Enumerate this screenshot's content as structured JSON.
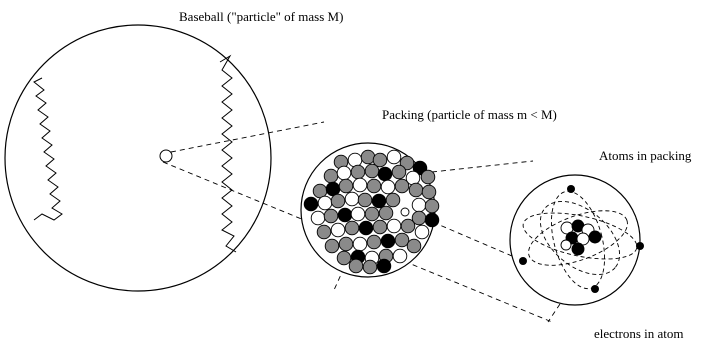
{
  "labels": {
    "baseball": "Baseball (\"particle\" of mass M)",
    "packing": "Packing (particle of mass m < M)",
    "atoms": "Atoms in packing",
    "electrons": "electrons in atom"
  },
  "colors": {
    "stroke": "#000000",
    "white_particle": "#ffffff",
    "gray_particle": "#8a8a8a",
    "black_particle": "#000000"
  }
}
